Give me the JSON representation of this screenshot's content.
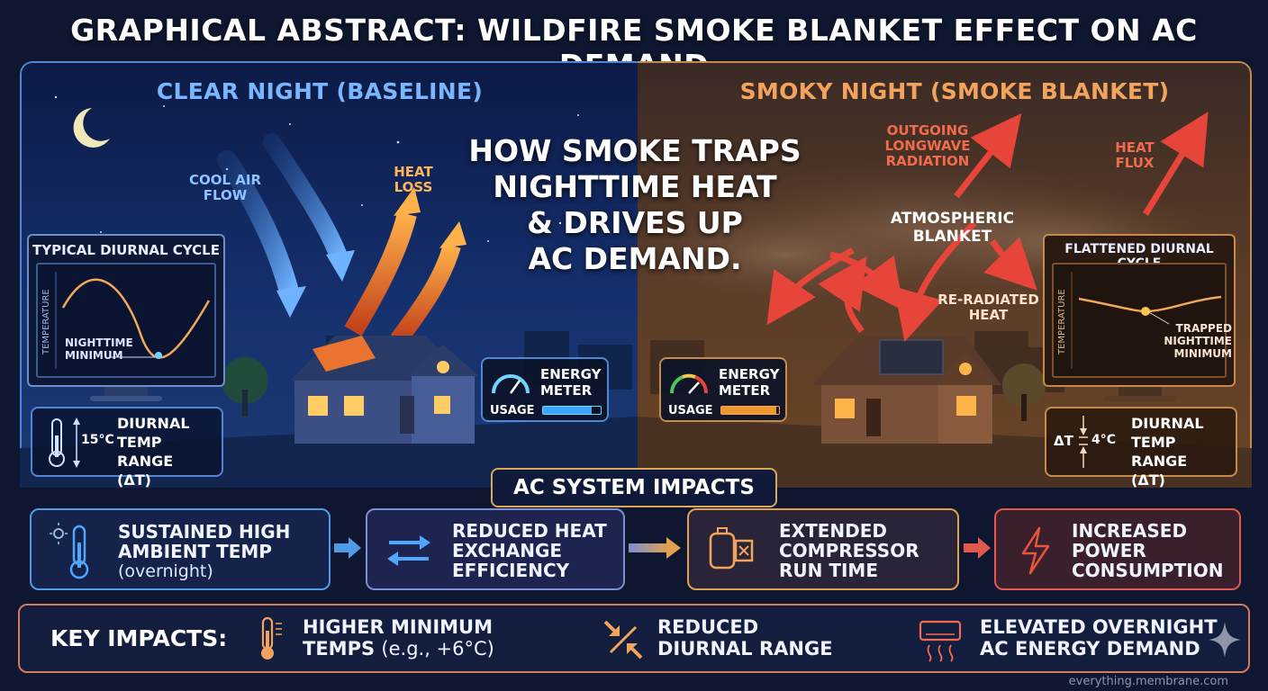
{
  "title": "GRAPHICAL ABSTRACT: WILDFIRE SMOKE BLANKET EFFECT ON AC DEMAND",
  "center_heading": [
    "HOW SMOKE TRAPS",
    "NIGHTTIME HEAT",
    "&  DRIVES UP",
    "AC DEMAND."
  ],
  "clear_night": {
    "heading": "CLEAR NIGHT (BASELINE)",
    "cool_air_flow": [
      "COOL AIR",
      "FLOW"
    ],
    "heat_loss": [
      "HEAT",
      "LOSS"
    ],
    "monitor_title": "TYPICAL DIURNAL CYCLE",
    "y_axis": "TEMPERATURE",
    "min_label": [
      "NIGHTTIME",
      "MINIMUM"
    ],
    "range_value": "15°C",
    "range_label": [
      "DIURNAL",
      "TEMP RANGE",
      "(ΔT)"
    ],
    "meter_title": [
      "ENERGY",
      "METER"
    ],
    "meter_usage": "USAGE",
    "meter_level": 0.85
  },
  "smoky_night": {
    "heading": "SMOKY NIGHT (SMOKE BLANKET)",
    "outgoing": [
      "OUTGOING",
      "LONGWAVE",
      "RADIATION"
    ],
    "heat_flux": [
      "HEAT",
      "FLUX"
    ],
    "blanket": "ATMOSPHERIC BLANKET",
    "reradiated": [
      "RE-RADIATED",
      "HEAT"
    ],
    "monitor_title": "FLATTENED DIURNAL CYCLE",
    "y_axis": "TEMPERATURE",
    "min_label": [
      "TRAPPED",
      "NIGHTTIME",
      "MINIMUM"
    ],
    "range_delta": "ΔT",
    "range_value": "4°C",
    "range_label": [
      "DIURNAL",
      "TEMP RANGE",
      "(ΔT)"
    ],
    "meter_title": [
      "ENERGY",
      "METER"
    ],
    "meter_usage": "USAGE",
    "meter_level": 0.95
  },
  "ac_impacts": {
    "label": "AC SYSTEM IMPACTS",
    "steps": [
      {
        "lines": [
          "SUSTAINED HIGH",
          "AMBIENT TEMP"
        ],
        "sub": "(overnight)",
        "icon": "thermometer-sun-icon",
        "color": "#4f9be8"
      },
      {
        "lines": [
          "REDUCED HEAT",
          "EXCHANGE",
          "EFFICIENCY"
        ],
        "sub": "",
        "icon": "exchange-arrows-icon",
        "color": "#7d8fd0"
      },
      {
        "lines": [
          "EXTENDED",
          "COMPRESSOR",
          "RUN TIME"
        ],
        "sub": "",
        "icon": "compressor-icon",
        "color": "#e0a04f"
      },
      {
        "lines": [
          "INCREASED",
          "POWER",
          "CONSUMPTION"
        ],
        "sub": "",
        "icon": "lightning-icon",
        "color": "#e0594c"
      }
    ]
  },
  "key_impacts": {
    "label": "KEY IMPACTS:",
    "items": [
      {
        "line1": "HIGHER MINIMUM",
        "line2": "TEMPS",
        "sub": "(e.g., +6°C)",
        "icon": "thermometer-icon"
      },
      {
        "line1": "REDUCED",
        "line2": "DIURNAL RANGE",
        "sub": "",
        "icon": "compress-arrows-icon"
      },
      {
        "line1": "ELEVATED OVERNIGHT",
        "line2": "AC ENERGY DEMAND",
        "sub": "",
        "icon": "air-conditioner-icon"
      }
    ]
  },
  "watermark": "everything.membrane.com",
  "colors": {
    "cool": "#6fb3ff",
    "warm": "#f4a35a",
    "arrow_red": "#e8453a",
    "heat_orange": "#ff8a2a"
  }
}
